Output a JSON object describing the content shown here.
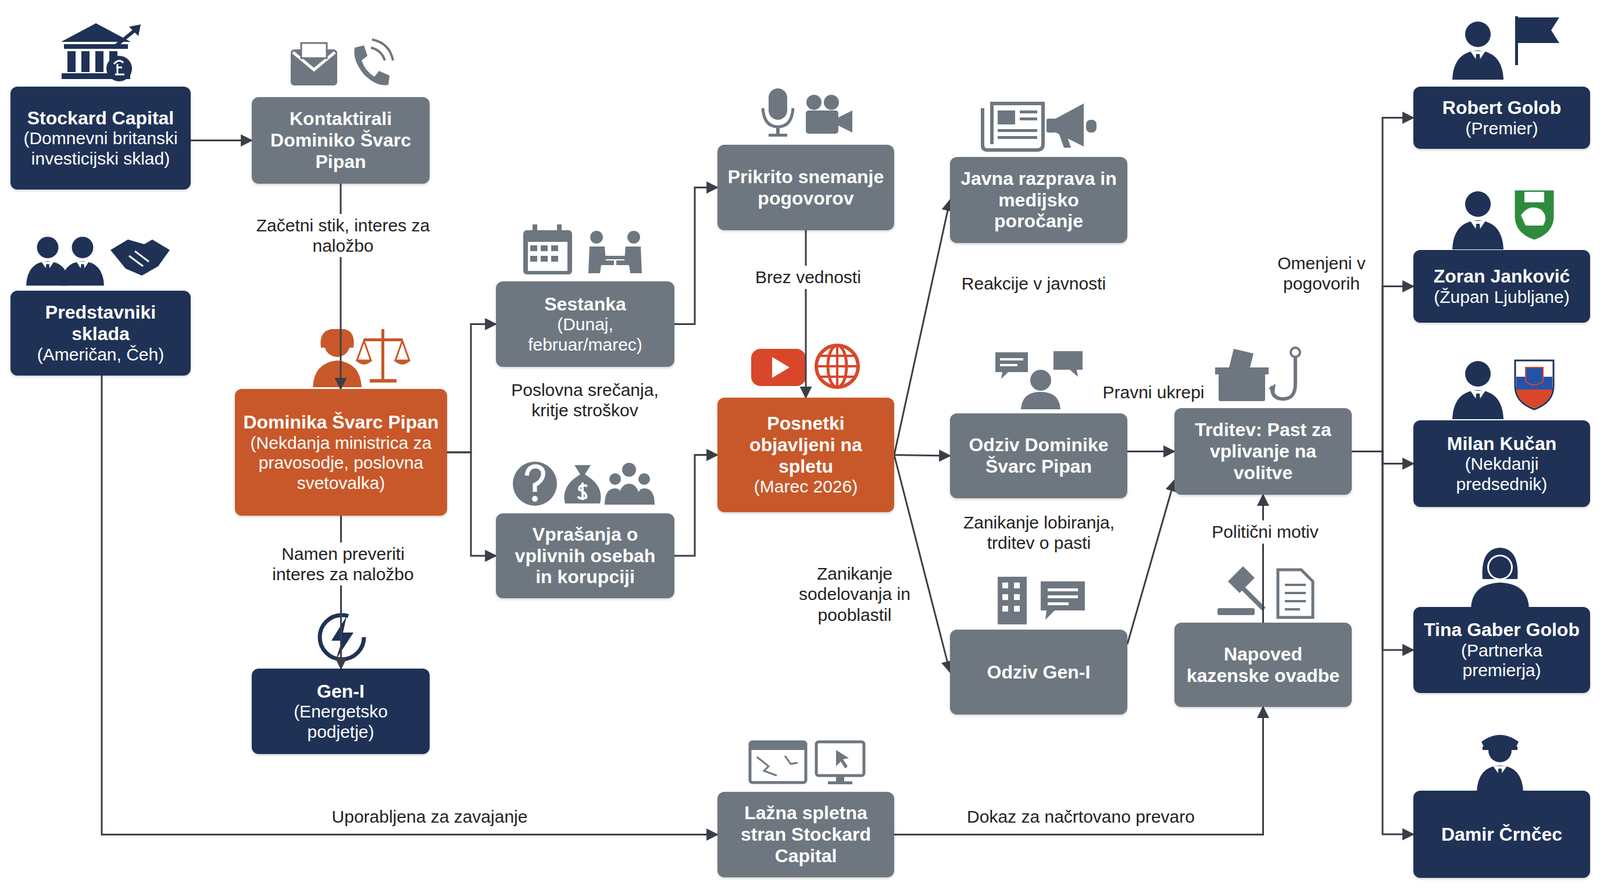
{
  "diagram": {
    "nodes": [
      {
        "text": [
          "Stockard Capital",
          "(Domnevni britanski investicijski sklad)"
        ]
      },
      {
        "text": [
          "Predstavniki sklada",
          "(Američan, Čeh)"
        ]
      },
      {
        "text": [
          "Kontaktirali Dominiko Švarc Pipan"
        ]
      },
      {
        "text": [
          "Dominika Švarc Pipan",
          "(Nekdanja ministrica za pravosodje, poslovna svetovalka)"
        ]
      },
      {
        "text": [
          "Gen-I",
          "(Energetsko podjetje)"
        ]
      },
      {
        "text": [
          "Sestanka",
          "(Dunaj, februar/marec)"
        ]
      },
      {
        "text": [
          "Vprašanja o vplivnih osebah in korupciji"
        ]
      },
      {
        "text": [
          "Prikrito snemanje pogovorov"
        ]
      },
      {
        "text": [
          "Posnetki objavljeni na spletu",
          "(Marec 2026)"
        ]
      },
      {
        "text": [
          "Lažna spletna stran Stockard Capital"
        ]
      },
      {
        "text": [
          "Javna razprava in medijsko poročanje"
        ]
      },
      {
        "text": [
          "Odziv Dominike Švarc Pipan"
        ]
      },
      {
        "text": [
          "Odziv Gen-I"
        ]
      },
      {
        "text": [
          "Trditev: Past za vplivanje na volitve"
        ]
      },
      {
        "text": [
          "Napoved kazenske ovadbe"
        ]
      },
      {
        "text": [
          "Robert Golob",
          "(Premier)"
        ]
      },
      {
        "text": [
          "Zoran Janković",
          "(Župan Ljubljane)"
        ]
      },
      {
        "text": [
          "Milan Kučan",
          "(Nekdanji predsednik)"
        ]
      },
      {
        "text": [
          "Tina Gaber Golob",
          "(Partnerka premierja)"
        ]
      },
      {
        "text": [
          "Damir Črnčec"
        ]
      }
    ],
    "edges": [
      {
        "from": 0,
        "to": 2,
        "arrow": "to"
      },
      {
        "from": 2,
        "to": 3,
        "label": "Začetni stik, interes za naložbo",
        "arrow": "to"
      },
      {
        "from": 3,
        "to": 4,
        "label": "Namen preveriti interes za naložbo",
        "arrow": "to"
      },
      {
        "from": 3,
        "to": 5,
        "arrow": "to"
      },
      {
        "from": 3,
        "to": 6,
        "arrow": "to"
      },
      {
        "from": 5,
        "to": 7,
        "arrow": "to"
      },
      {
        "from": 6,
        "to": 8,
        "arrow": "to"
      },
      {
        "from": 7,
        "to": 8,
        "label": "Brez vednosti",
        "arrow": "to"
      },
      {
        "from": 8,
        "to": 10,
        "arrow": "to"
      },
      {
        "from": 8,
        "to": 11,
        "arrow": "to"
      },
      {
        "from": 8,
        "to": 12,
        "arrow": "to"
      },
      {
        "from": 11,
        "to": 13,
        "label": "Pravni ukrepi",
        "arrow": "to"
      },
      {
        "from": 12,
        "to": 13,
        "arrow": "to"
      },
      {
        "from": 14,
        "to": 13,
        "label": "Politični motiv",
        "arrow": "to"
      },
      {
        "from": 1,
        "to": 9,
        "label": "Uporabljena za zavajanje",
        "arrow": "to"
      },
      {
        "from": 9,
        "to": 14,
        "label": "Dokaz za načrtovano prevaro",
        "arrow": "to"
      },
      {
        "from": 13,
        "to": 15,
        "arrow": "to"
      },
      {
        "from": 13,
        "to": 16,
        "arrow": "to"
      },
      {
        "from": 13,
        "to": 17,
        "arrow": "to"
      },
      {
        "from": 13,
        "to": 18,
        "arrow": "to"
      },
      {
        "from": 13,
        "to": 19,
        "arrow": "to"
      }
    ],
    "labels": [
      "Poslovna srečanja, kritje stroškov",
      "Reakcije v javnosti",
      "Zanikanje lobiranja, trditev o pasti",
      "Zanikanje sodelovanja in pooblastil",
      "Omenjeni v pogovorih"
    ]
  }
}
